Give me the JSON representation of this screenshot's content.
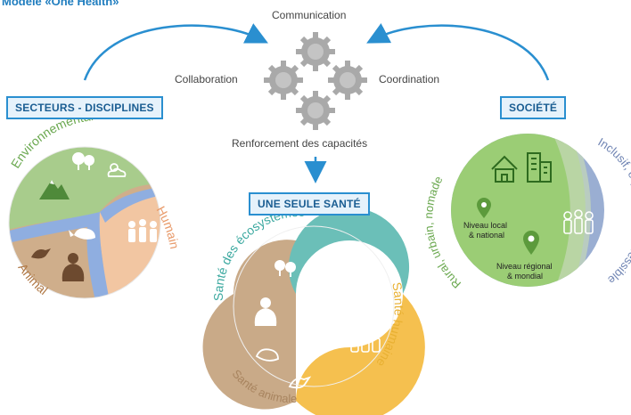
{
  "title": "Modèle «One Health»",
  "center": {
    "top_label": "Communication",
    "left_label": "Collaboration",
    "right_label": "Coordination",
    "bottom_label": "Renforcement des capacités"
  },
  "left_panel": {
    "box_label": "SECTEURS - DISCIPLINES",
    "arc_environment": "Environnemental",
    "arc_human": "Humain",
    "arc_animal": "Animal"
  },
  "middle_panel": {
    "box_label": "UNE SEULE SANTÉ",
    "arc_ecosystems": "Santé des écosystèmes",
    "arc_human": "Santé humaine",
    "arc_animal": "Santé animale"
  },
  "right_panel": {
    "box_label": "SOCIÉTÉ",
    "arc_left": "Rural, urbain, nomade",
    "arc_right": "Inclusif, équitable et accessible",
    "pin1_label_line1": "Niveau local",
    "pin1_label_line2": "& national",
    "pin2_label_line1": "Niveau régional",
    "pin2_label_line2": "& mondial"
  },
  "colors": {
    "brand_blue": "#1f7dbf",
    "arrow_blue": "#2a8fd0",
    "environment_green": "#a8cc8c",
    "human_peach": "#f2c6a2",
    "animal_tan": "#cfae8b",
    "water_blue": "#8faee0",
    "eco_teal": "#6bbfb8",
    "human_yellow": "#f5c04f",
    "animal_brown": "#c9aa88",
    "society_green": "#9bcd75",
    "society_blue": "#9aaed2",
    "gear_gray": "#a9a9a9"
  },
  "icons": [
    "tree-icon",
    "mountain-icon",
    "sun-cloud-icon",
    "people-icon",
    "whale-icon",
    "bird-icon",
    "gorilla-icon",
    "house-icon",
    "building-icon",
    "location-pin-icon",
    "gear-icon"
  ]
}
